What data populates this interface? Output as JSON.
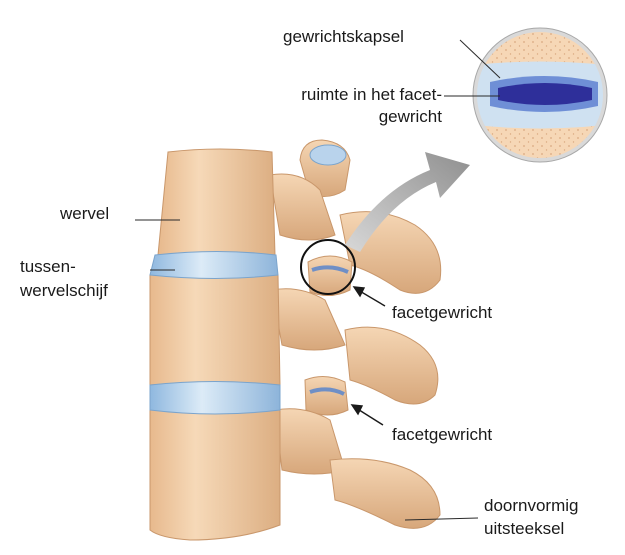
{
  "labels": {
    "capsule": "gewrichtskapsel",
    "space_line1": "ruimte in het facet-",
    "space_line2": "gewricht",
    "vertebra": "wervel",
    "disc_line1": "tussen-",
    "disc_line2": "wervelschijf",
    "facet_upper": "facetgewricht",
    "facet_lower": "facetgewricht",
    "spinous_line1": "doornvormig",
    "spinous_line2": "uitsteeksel"
  },
  "colors": {
    "bone": "#f1cda7",
    "bone_shade": "#d9ab80",
    "disc": "#a9cbe9",
    "disc_light": "#d6e8f6",
    "joint_space": "#3c3fa8",
    "arrow": "#9c9c9c",
    "leader": "#2a2a2a"
  }
}
